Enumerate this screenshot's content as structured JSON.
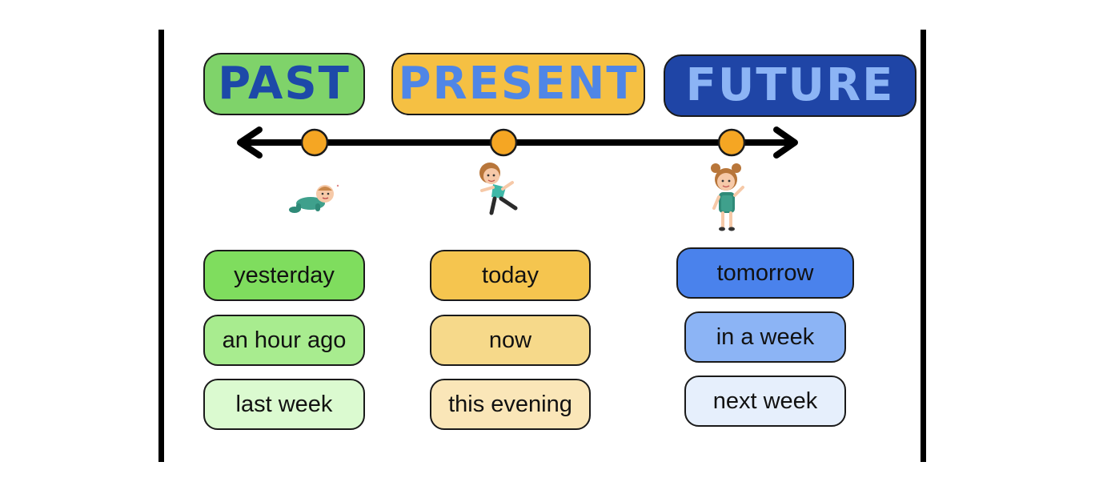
{
  "headers": {
    "past": "PAST",
    "present": "PRESENT",
    "future": "FUTURE"
  },
  "columns": {
    "past": [
      "yesterday",
      "an hour ago",
      "last week"
    ],
    "present": [
      "today",
      "now",
      "this evening"
    ],
    "future": [
      "tomorrow",
      "in a week",
      "next week"
    ]
  },
  "colors": {
    "past_header": "#7fd36a",
    "present_header": "#f5c043",
    "future_header": "#1f45a6",
    "timeline_marker": "#f5a623"
  },
  "illustrations": {
    "past": "crawling-baby-icon",
    "present": "running-child-icon",
    "future": "girl-with-backpack-icon"
  }
}
